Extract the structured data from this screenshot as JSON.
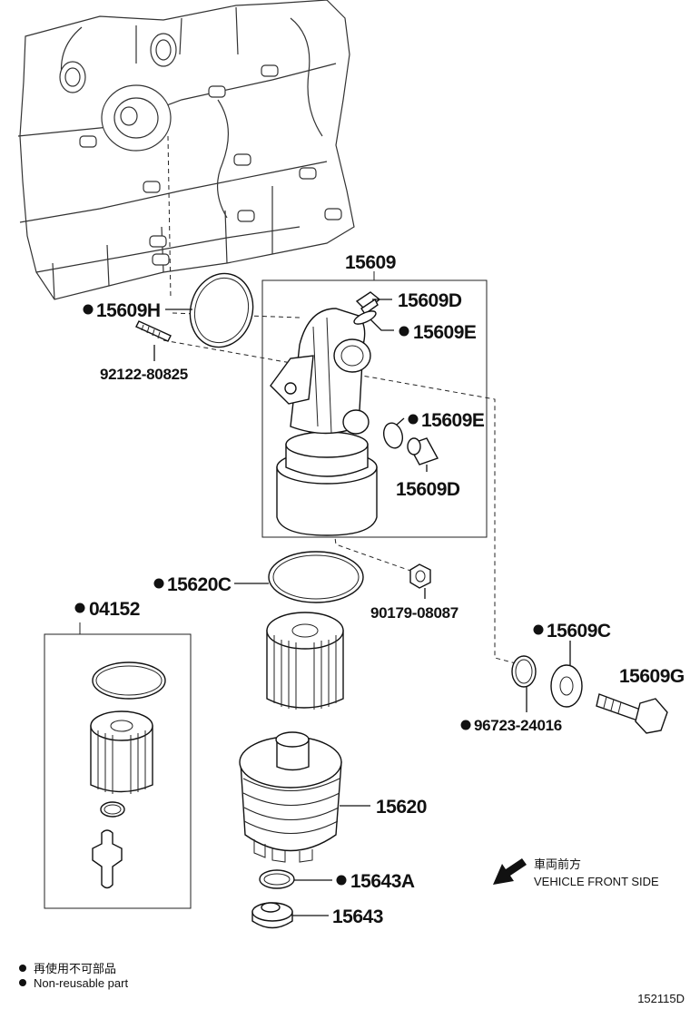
{
  "labels": {
    "p15609": "15609",
    "p15609D_top": "15609D",
    "p15609E_top": "15609E",
    "p15609H": "15609H",
    "p92122": "92122-80825",
    "p15609E_mid": "15609E",
    "p15609D_mid": "15609D",
    "p15620C": "15620C",
    "p90179": "90179-08087",
    "p04152": "04152",
    "p15609C": "15609C",
    "p15609G": "15609G",
    "p96723": "96723-24016",
    "p15620": "15620",
    "p15643A": "15643A",
    "p15643": "15643"
  },
  "direction": {
    "jp": "車両前方",
    "en": "VEHICLE FRONT SIDE"
  },
  "legend": {
    "jp": "再使用不可部品",
    "en": "Non-reusable part"
  },
  "diagram_id": "152115D"
}
